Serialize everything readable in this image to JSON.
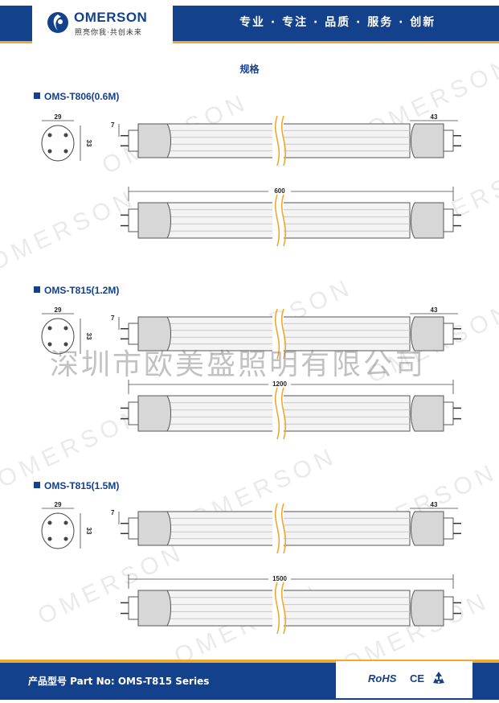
{
  "header": {
    "brand": "OMERSON",
    "tagline": "照亮你我·共创未来",
    "slogan": "专业 · 专注 · 品质 · 服务 · 创新"
  },
  "page_title": "规格",
  "watermark_text": "OMERSON",
  "cn_watermark": "深圳市欧美盛照明有限公司",
  "sections": [
    {
      "label": "OMS-T806(0.6M)",
      "end_width": "29",
      "end_height": "33",
      "pin_offset": "7",
      "cap_length": "43",
      "total_length": "600"
    },
    {
      "label": "OMS-T815(1.2M)",
      "end_width": "29",
      "end_height": "33",
      "pin_offset": "7",
      "cap_length": "43",
      "total_length": "1200"
    },
    {
      "label": "OMS-T815(1.5M)",
      "end_width": "29",
      "end_height": "33",
      "pin_offset": "7",
      "cap_length": "43",
      "total_length": "1500"
    }
  ],
  "footer": {
    "part_no": "产品型号 Part No:  OMS-T815 Series",
    "rohs": "RoHS",
    "ce": "CE",
    "recycle_icon": "recycle-icon"
  },
  "colors": {
    "brand_blue": "#14418c",
    "accent_orange": "#f0a92a",
    "break_mark": "#f0a92a"
  }
}
